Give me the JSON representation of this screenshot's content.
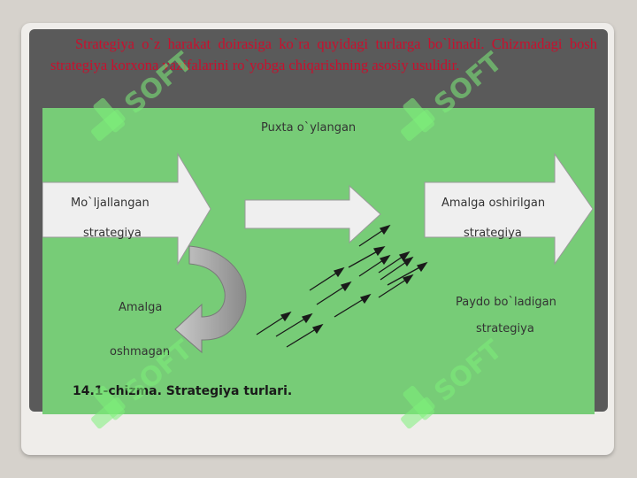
{
  "slide": {
    "paragraph": "Strategiya o`z harakat doirasiga ko`ra quyidagi turlarga bo`linadi. Chizmadagi bosh strategiya korxona vazifalarini ro`yobga chiqarishning asosiy usulidir."
  },
  "diagram": {
    "top_label": "Puxta o`ylangan",
    "left_arrow": [
      "Mo`ljallangan",
      "strategiya"
    ],
    "right_arrow": [
      "Amalga oshirilgan",
      "strategiya"
    ],
    "unrealized": [
      "Amalga",
      "oshmagan"
    ],
    "emergent": [
      "Paydo bo`ladigan",
      "strategiya"
    ],
    "caption": "14.1-chizma. Strategiya turlari."
  },
  "colors": {
    "diagram_bg": "#77cc77",
    "arrow_fill": "#efefef",
    "caption_text": "#c8102e"
  },
  "watermark": {
    "text": "SOFT",
    "icon": "soft-logo-icon"
  }
}
